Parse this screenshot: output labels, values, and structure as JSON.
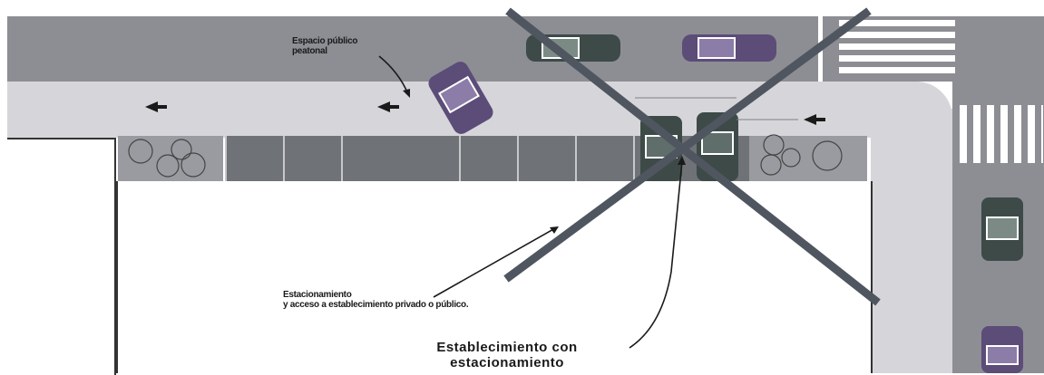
{
  "labels": {
    "espacio_publico": [
      "Espacio público",
      "peatonal"
    ],
    "estacionamiento": [
      "Estacionamiento",
      "y acceso a establecimiento privado o público."
    ],
    "establecimiento": [
      "Establecimiento con",
      "estacionamiento"
    ]
  },
  "colors": {
    "road": "#8d8e94",
    "sidewalk": "#d6d6da",
    "stall": "#6f7276",
    "cross": "#4f5660",
    "car_dark": "#3d4a48",
    "car_purple": "#5c4c78",
    "crosswalk": "#ffffff"
  },
  "icons": [
    "arrow-icon",
    "tree-icon",
    "car-icon",
    "cross-out-icon"
  ]
}
